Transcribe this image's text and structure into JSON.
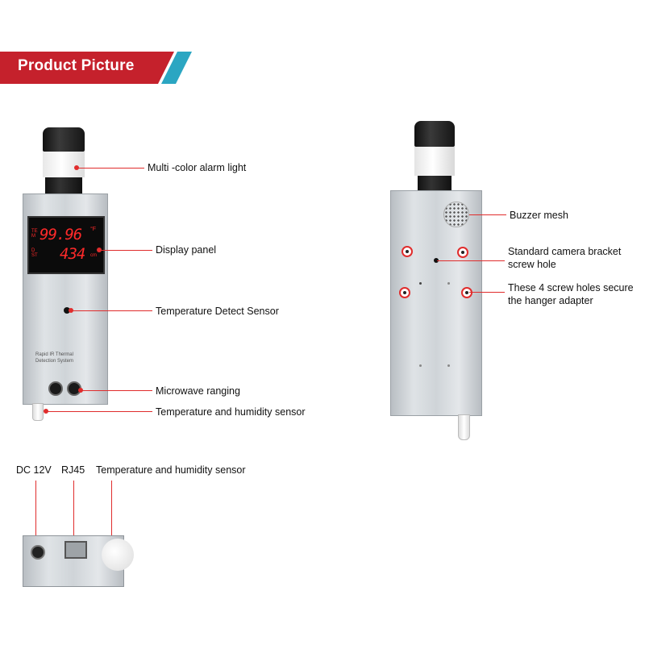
{
  "header": {
    "title": "Product Picture"
  },
  "front": {
    "display": {
      "row1_label": "TEM",
      "row1_value": "99.96",
      "row1_unit": "°F",
      "row2_label": "DST",
      "row2_value": "434",
      "row2_unit": "cm"
    },
    "body_text_line1": "Rapid IR Thermal",
    "body_text_line2": "Detection System"
  },
  "callouts_front": {
    "alarm_light": "Multi -color alarm light",
    "display_panel": "Display panel",
    "temp_sensor": "Temperature Detect Sensor",
    "microwave": "Microwave ranging",
    "temp_humidity": "Temperature and humidity sensor"
  },
  "callouts_back": {
    "buzzer": "Buzzer mesh",
    "camera_bracket_line1": "Standard camera bracket",
    "camera_bracket_line2": "screw hole",
    "screw_holes_line1": "These 4 screw holes secure",
    "screw_holes_line2": "the hanger adapter"
  },
  "callouts_bottom": {
    "dc": "DC 12V",
    "rj45": "RJ45",
    "temp_humidity": "Temperature and humidity sensor"
  },
  "colors": {
    "accent_red": "#c5212c",
    "accent_teal": "#2ba6c2",
    "callout_red": "#e02c2c",
    "display_red": "#ff2a2a"
  }
}
